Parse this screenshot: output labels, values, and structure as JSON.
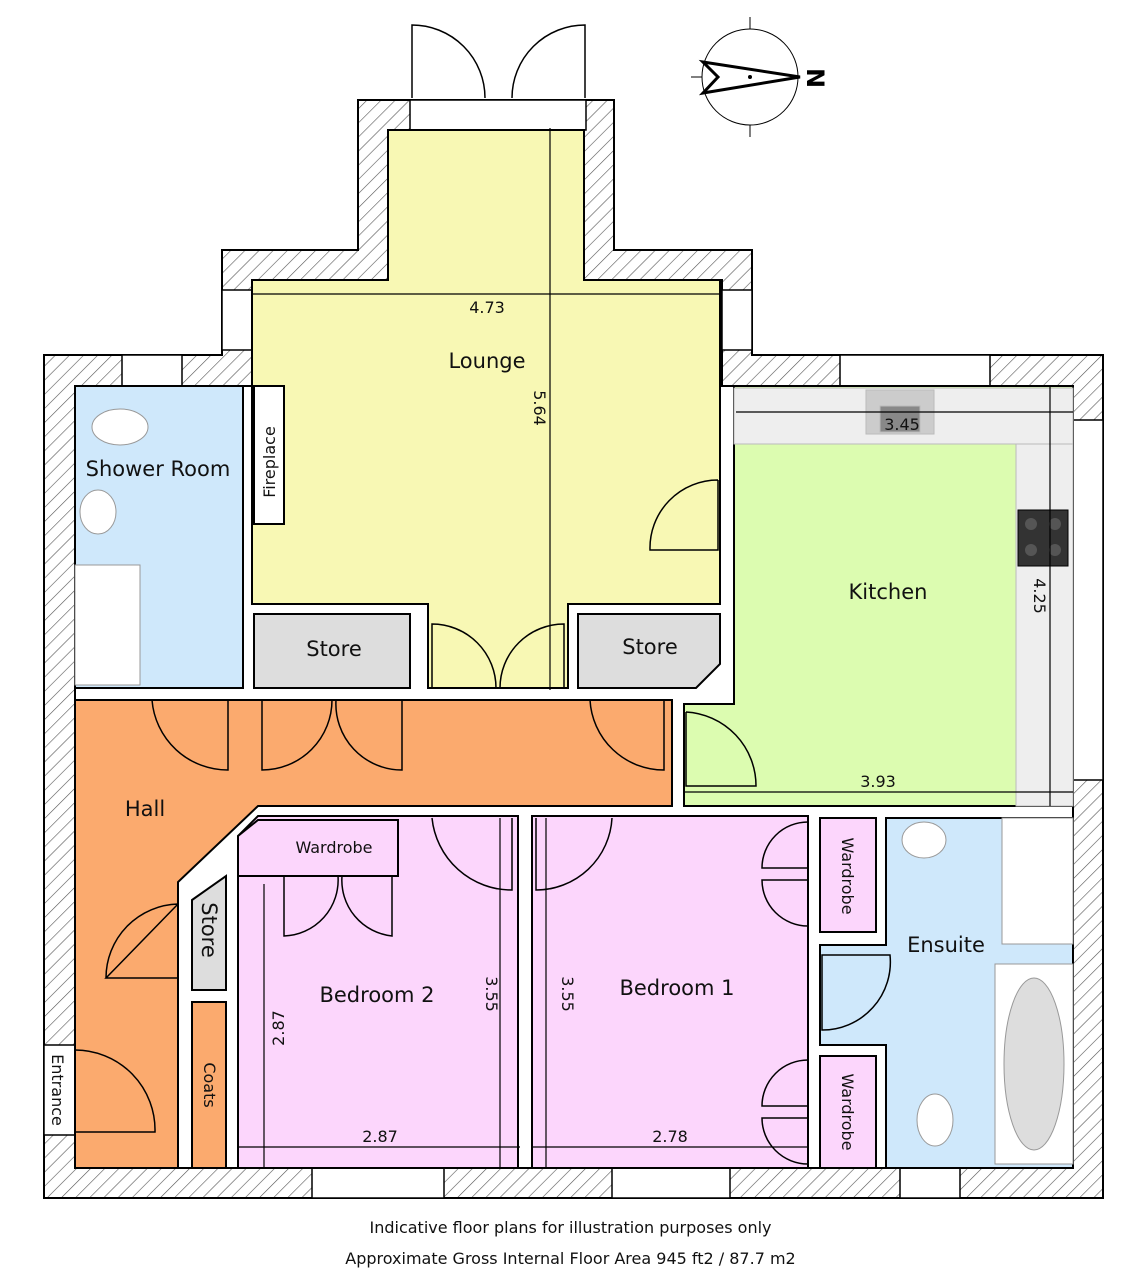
{
  "rooms": {
    "lounge": "Lounge",
    "shower_room": "Shower Room",
    "fireplace": "Fireplace",
    "store_left": "Store",
    "store_right": "Store",
    "kitchen": "Kitchen",
    "hall": "Hall",
    "store_hall": "Store",
    "coats": "Coats",
    "entrance": "Entrance",
    "wardrobe_bed2": "Wardrobe",
    "bedroom2": "Bedroom 2",
    "bedroom1": "Bedroom 1",
    "wardrobe_bed1_top": "Wardrobe",
    "wardrobe_bed1_bottom": "Wardrobe",
    "ensuite": "Ensuite"
  },
  "dimensions": {
    "lounge_width": "4.73",
    "lounge_length": "5.64",
    "kitchen_top": "3.45",
    "kitchen_side": "4.25",
    "kitchen_bottom": "3.93",
    "bed2_height": "2.87",
    "bed2_right": "3.55",
    "bed2_width": "2.87",
    "bed1_left": "3.55",
    "bed1_width": "2.78"
  },
  "compass": {
    "label": "N"
  },
  "caption": {
    "line1": "Indicative floor plans for illustration purposes only",
    "line2": "Approximate Gross Internal Floor Area 945 ft2 / 87.7 m2"
  },
  "colors": {
    "lounge": "#f8f8b4",
    "shower": "#cfe8fb",
    "kitchen": "#dcfcb0",
    "hall": "#fbaa6e",
    "bedroom": "#fcd6fc",
    "store": "#dddddd"
  }
}
